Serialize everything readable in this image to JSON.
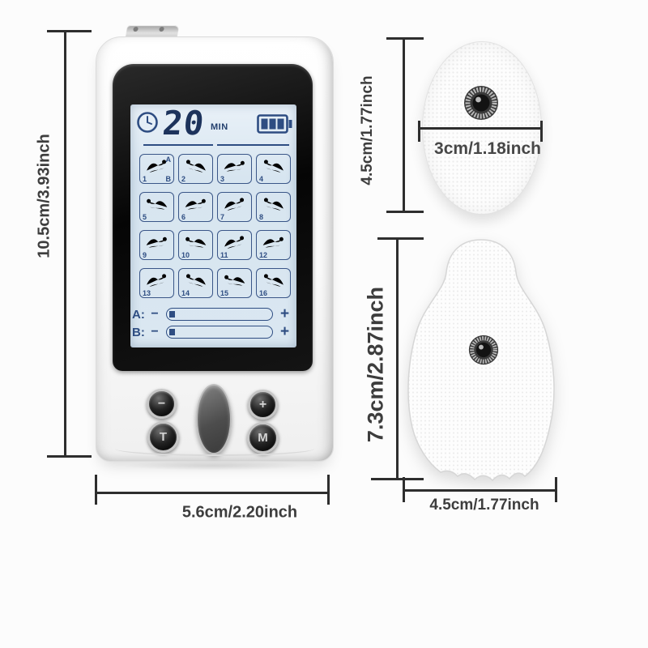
{
  "device": {
    "screen": {
      "timer_value": "20",
      "timer_unit": "MIN",
      "battery_bars": 3,
      "modes": [
        "1",
        "2",
        "3",
        "4",
        "5",
        "6",
        "7",
        "8",
        "9",
        "10",
        "11",
        "12",
        "13",
        "14",
        "15",
        "16"
      ],
      "mode1_markers": {
        "a": "A",
        "b": "B"
      },
      "channels": [
        {
          "label": "A:",
          "minus": "−",
          "plus": "+"
        },
        {
          "label": "B:",
          "minus": "−",
          "plus": "+"
        }
      ]
    },
    "buttons": {
      "minus": "−",
      "plus": "+",
      "timer": "T",
      "mode": "M"
    }
  },
  "annotations": {
    "device_height": "10.5cm/3.93inch",
    "device_width": "5.6cm/2.20inch",
    "small_pad_height": "4.5cm/1.77inch",
    "small_pad_width": "3cm/1.18inch",
    "large_pad_height": "7.3cm/2.87inch",
    "large_pad_width": "4.5cm/1.77inch"
  },
  "icons": {
    "clock": "clock-icon",
    "battery": "battery-icon",
    "snap": "snap-stud-icon",
    "massage_modes": "massage-mode-icon"
  },
  "colors": {
    "lcd_background": "#d9e6f0",
    "lcd_ink": "#2e4d82",
    "timer_ink": "#1d335c",
    "dimension_ink": "#3d3d3d",
    "bezel": "#0a0a0a",
    "body": "#f8f8f8"
  }
}
